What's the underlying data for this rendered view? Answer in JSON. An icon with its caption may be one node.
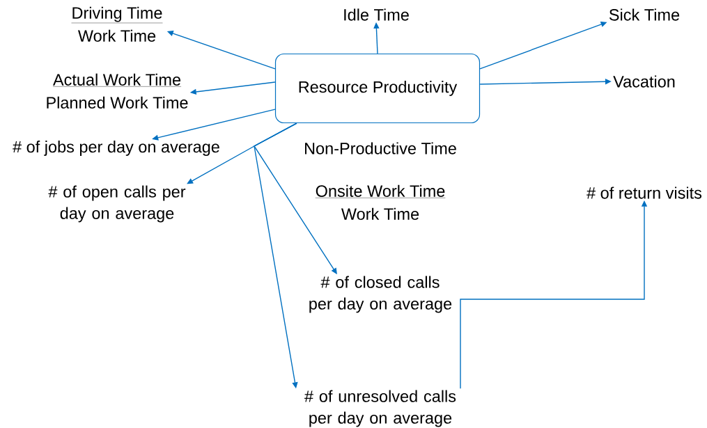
{
  "diagram": {
    "nodes": [
      {
        "text": [
          "Driving Time",
          "Work Time"
        ]
      },
      {
        "text": [
          "Idle Time"
        ]
      },
      {
        "text": [
          "Sick Time"
        ]
      },
      {
        "text": [
          "Resource Productivity"
        ]
      },
      {
        "text": [
          "Actual Work Time",
          "Planned Work Time"
        ]
      },
      {
        "text": [
          "Vacation"
        ]
      },
      {
        "text": [
          "# of jobs per day on average"
        ]
      },
      {
        "text": [
          "# of open calls per day on average"
        ]
      },
      {
        "text": [
          "# of return visits"
        ]
      },
      {
        "text": [
          "# of closed calls per day on average"
        ]
      },
      {
        "text": [
          "# of unresolved calls per day on average"
        ]
      }
    ],
    "edges": [
      {
        "from": 3,
        "to": 0,
        "arrow": "to"
      },
      {
        "from": 3,
        "to": 1,
        "arrow": "to"
      },
      {
        "from": 3,
        "to": 2,
        "arrow": "to"
      },
      {
        "from": 3,
        "to": 4,
        "arrow": "to"
      },
      {
        "from": 3,
        "to": 5,
        "arrow": "to"
      },
      {
        "from": 3,
        "to": 6,
        "arrow": "to"
      },
      {
        "from": 3,
        "to": 7,
        "arrow": "to"
      },
      {
        "from": 3,
        "to": 9,
        "arrow": "to"
      },
      {
        "from": 3,
        "to": 10,
        "arrow": "to"
      },
      {
        "from": 10,
        "to": 8,
        "arrow": "to"
      }
    ],
    "labels": [
      "Non-Productive Time",
      "Onsite Work Time",
      "Work Time"
    ]
  }
}
